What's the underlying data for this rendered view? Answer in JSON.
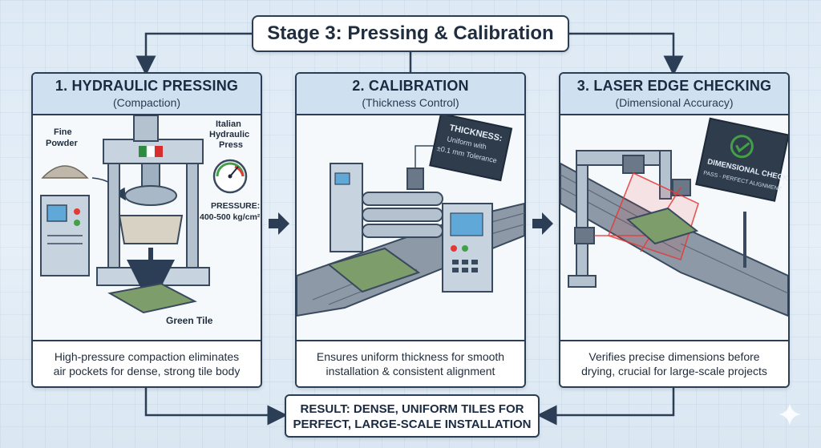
{
  "title": "Stage 3: Pressing & Calibration",
  "panels": [
    {
      "title": "1. HYDRAULIC PRESSING",
      "subtitle": "(Compaction)",
      "labels": {
        "powder_line1": "Fine",
        "powder_line2": "Powder",
        "press_line1": "Italian",
        "press_line2": "Hydraulic",
        "press_line3": "Press",
        "pressure_line1": "PRESSURE:",
        "pressure_line2": "400-500 kg/cm²",
        "tile": "Green Tile"
      },
      "caption_line1": "High-pressure compaction eliminates",
      "caption_line2": "air pockets for dense, strong tile body"
    },
    {
      "title": "2. CALIBRATION",
      "subtitle": "(Thickness Control)",
      "labels": {
        "monitor_line1": "THICKNESS:",
        "monitor_line2": "Uniform with",
        "monitor_line3": "±0.1 mm Tolerance"
      },
      "caption_line1": "Ensures uniform thickness for smooth",
      "caption_line2": "installation & consistent alignment"
    },
    {
      "title": "3. LASER EDGE CHECKING",
      "subtitle": "(Dimensional Accuracy)",
      "labels": {
        "monitor_line1": "DIMENSIONAL CHECK:",
        "monitor_line2": "PASS - PERFECT ALIGNMENT"
      },
      "caption_line1": "Verifies precise dimensions before",
      "caption_line2": "drying, crucial for large-scale projects"
    }
  ],
  "result": {
    "line1": "RESULT: DENSE, UNIFORM TILES FOR",
    "line2": "PERFECT, LARGE-SCALE INSTALLATION"
  },
  "icons": {
    "flow_arrow": "arrow-right-icon",
    "check": "checkmark-icon",
    "flag": "italian-flag-icon",
    "gauge": "pressure-gauge-icon",
    "sparkle": "sparkle-icon"
  },
  "colors": {
    "outline": "#2c3e55",
    "header_fill": "#cfe0f1",
    "tile_green": "#7d9e6a",
    "laser_red": "#e53935",
    "check_green": "#43a047"
  }
}
